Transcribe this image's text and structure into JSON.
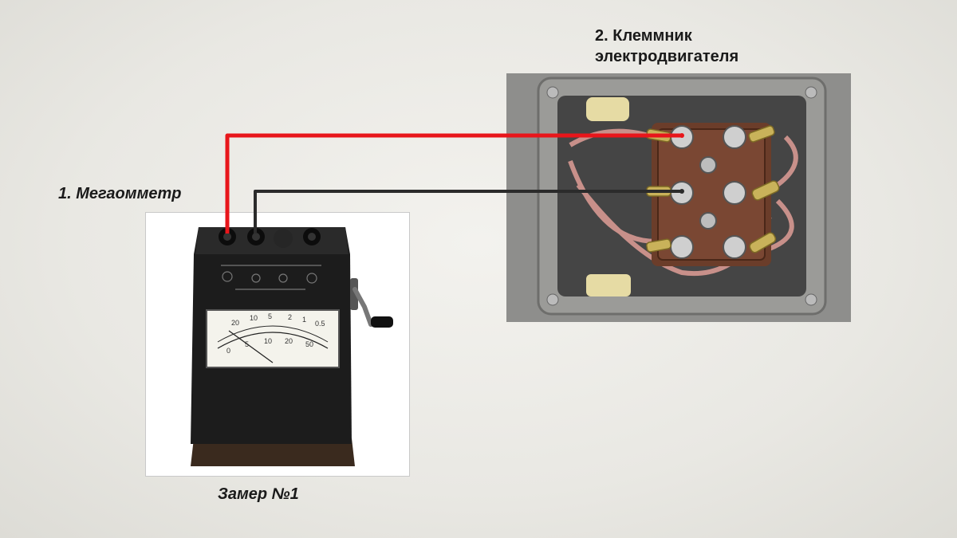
{
  "labels": {
    "megohmmeter": "1. Мегаомметр",
    "terminal_line1": "2. Клеммник",
    "terminal_line2": "электродвигателя",
    "measurement": "Замер №1"
  },
  "meter": {
    "scale_top": [
      "20",
      "10",
      "5",
      "2",
      "1",
      "0.5"
    ],
    "scale_bottom": [
      "0",
      "5",
      "10",
      "20",
      "50"
    ]
  },
  "colors": {
    "wire_red": "#e8161b",
    "wire_black": "#2b2b2b",
    "meter_body": "#1c1c1c",
    "meter_scale": "#f4f3ec",
    "terminal_block": "#6b3d2a",
    "box_metal": "#9b9b98"
  }
}
